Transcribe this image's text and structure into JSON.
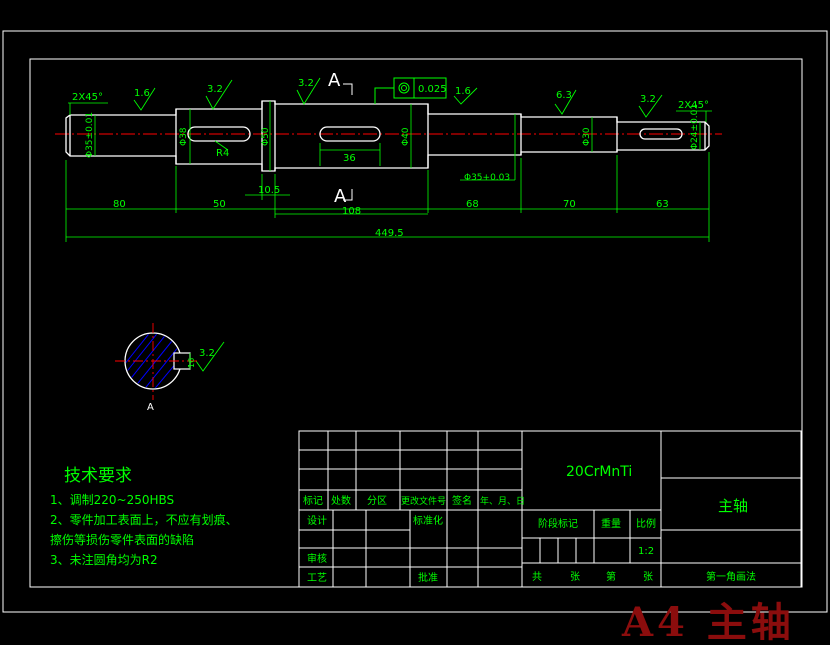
{
  "drawing": {
    "section_label_top": "A",
    "section_label_bottom": "A",
    "section_label_view": "A",
    "tolerance_value": "0.025",
    "chamfer_left": "2X45°",
    "chamfer_right": "2X45°",
    "roughness": [
      "1.6",
      "3.2",
      "3.2",
      "1.6",
      "6.3",
      "3.2",
      "3.2"
    ],
    "diameters": {
      "left_journal": "Φ35±0.01",
      "step2": "Φ38",
      "key1": "R4",
      "collar": "Φ50",
      "mid": "Φ40",
      "mid_tol": "Φ35+0.03",
      "step5": "Φ30",
      "right_end": "Φ24±0.01",
      "key_section": "16"
    },
    "dims": {
      "d1": "80",
      "d2": "50",
      "d3": "10.5",
      "d4": "108",
      "d5": "36",
      "d6": "68",
      "d7": "70",
      "d8": "63",
      "total": "449.5"
    }
  },
  "tech_req": {
    "title": "技术要求",
    "items": [
      "1、调制220~250HBS",
      "2、零件加工表面上，不应有划痕、",
      "擦伤等损伤零件表面的缺陷",
      "3、未注圆角均为R2"
    ]
  },
  "title_block": {
    "material": "20CrMnTi",
    "part_name": "主轴",
    "headers": [
      "标记",
      "处数",
      "分区",
      "更改文件号",
      "签名",
      "年、月、日"
    ],
    "design": "设计",
    "standardize": "标准化",
    "review": "审核",
    "process": "工艺",
    "approve": "批准",
    "stage_mark": "阶段标记",
    "weight": "重量",
    "scale_label": "比例",
    "scale_value": "1:2",
    "total": "共",
    "sheet": "张",
    "page": "第",
    "zhang": "张",
    "view": "第一角画法"
  },
  "stamp": "A4 主轴",
  "colors": {
    "bg": "#000000",
    "line": "#ffffff",
    "dim": "#00ff00",
    "center": "#ff0000",
    "hatch": "#0000ff",
    "stamp": "#8b0d0d"
  }
}
